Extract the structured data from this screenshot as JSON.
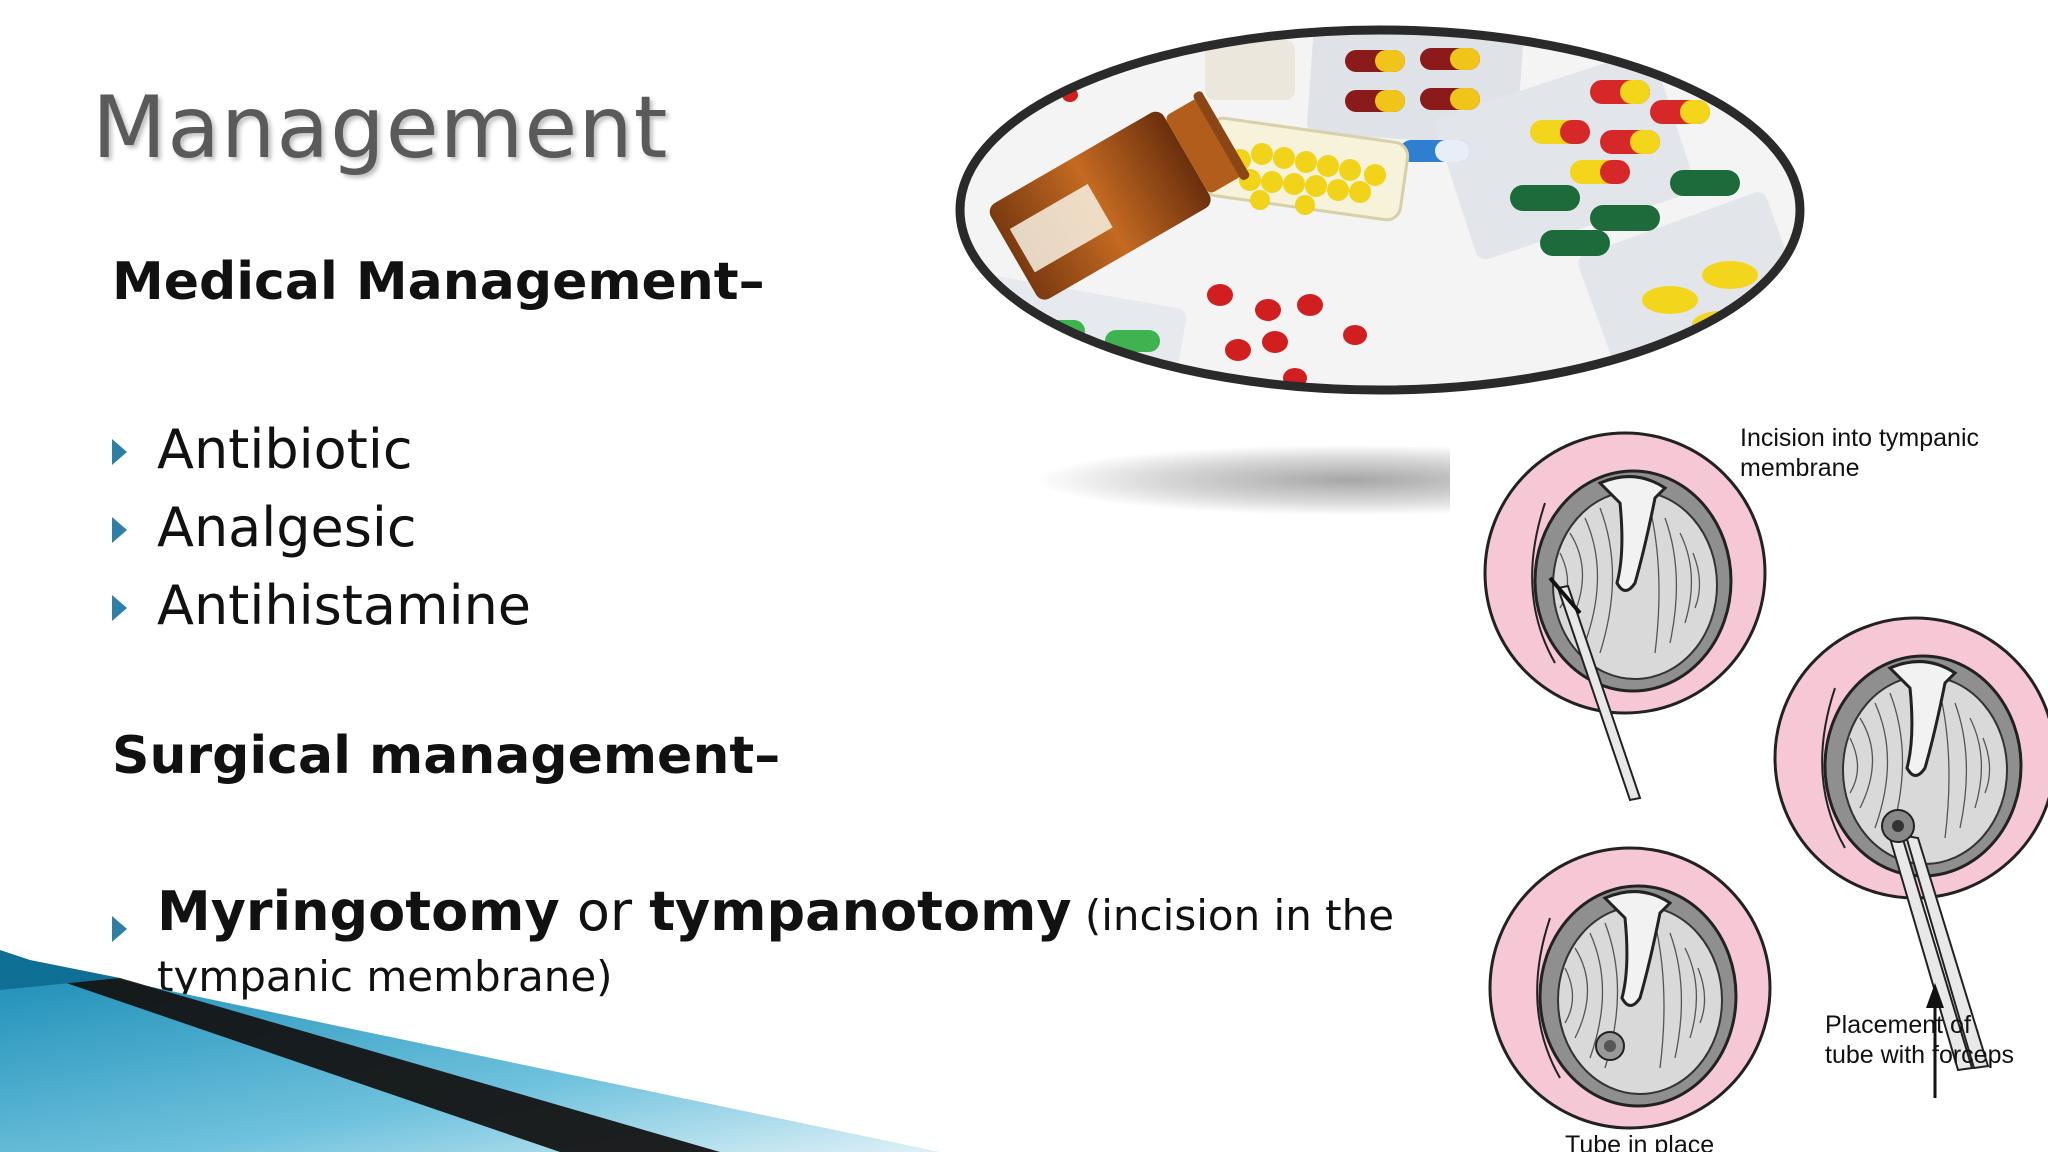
{
  "slide": {
    "title": "Management",
    "medical_heading": "Medical Management–",
    "medical_items": [
      "Antibiotic",
      "Analgesic",
      "Antihistamine"
    ],
    "surgical_heading": "Surgical management–",
    "surgical_item": {
      "term1": "Myringotomy",
      "joiner": " or ",
      "term2": "tympanotomy",
      "paren_start": " (incision in the",
      "paren_end": "tympanic membrane)"
    }
  },
  "figure": {
    "label_incision": "Incision into tympanic membrane",
    "label_placement": "Placement of tube with forceps",
    "label_tube": "Tube in place"
  },
  "colors": {
    "bullet_arrow": "#2f7fa5",
    "swoosh_blue": "#1f8fb8",
    "ear_pink": "#f6c8d6",
    "pill_red": "#d62828",
    "pill_yellow": "#f3d51b"
  }
}
